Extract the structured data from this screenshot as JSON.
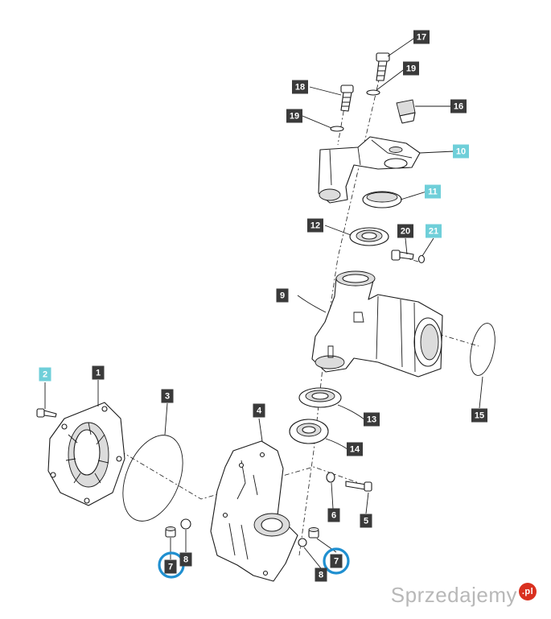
{
  "colors": {
    "callout_dark": "#3a3a3a",
    "callout_highlight": "#6fcfd9",
    "circle_highlight": "#1f8fd0",
    "line": "#1a1a1a",
    "watermark_gray": "#b8b8b8",
    "watermark_badge": "#d9301f"
  },
  "callouts": [
    {
      "label": "17",
      "variant": "dark"
    },
    {
      "label": "19",
      "variant": "dark"
    },
    {
      "label": "18",
      "variant": "dark"
    },
    {
      "label": "16",
      "variant": "dark"
    },
    {
      "label": "19",
      "variant": "dark"
    },
    {
      "label": "10",
      "variant": "highlight"
    },
    {
      "label": "11",
      "variant": "highlight"
    },
    {
      "label": "12",
      "variant": "dark"
    },
    {
      "label": "20",
      "variant": "dark"
    },
    {
      "label": "21",
      "variant": "highlight"
    },
    {
      "label": "9",
      "variant": "dark"
    },
    {
      "label": "2",
      "variant": "highlight"
    },
    {
      "label": "1",
      "variant": "dark"
    },
    {
      "label": "3",
      "variant": "dark"
    },
    {
      "label": "4",
      "variant": "dark"
    },
    {
      "label": "13",
      "variant": "dark"
    },
    {
      "label": "14",
      "variant": "dark"
    },
    {
      "label": "15",
      "variant": "dark"
    },
    {
      "label": "6",
      "variant": "dark"
    },
    {
      "label": "5",
      "variant": "dark"
    },
    {
      "label": "7",
      "variant": "dark"
    },
    {
      "label": "8",
      "variant": "dark"
    },
    {
      "label": "8",
      "variant": "dark"
    },
    {
      "label": "7",
      "variant": "dark"
    }
  ],
  "highlight_circles": [
    {
      "label": "7"
    },
    {
      "label": "7"
    }
  ],
  "watermark": {
    "text": "Sprzedajemy",
    "badge": ".pl"
  }
}
